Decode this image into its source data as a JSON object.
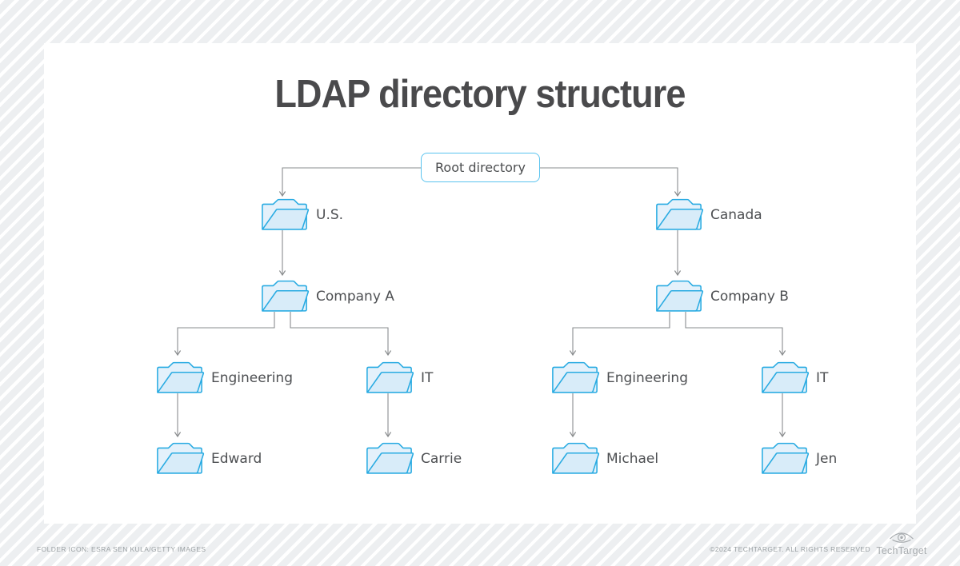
{
  "title": "LDAP directory structure",
  "root_label": "Root directory",
  "nodes": {
    "us": "U.S.",
    "canada": "Canada",
    "company_a": "Company A",
    "company_b": "Company B",
    "eng_left": "Engineering",
    "it_left": "IT",
    "eng_right": "Engineering",
    "it_right": "IT",
    "edward": "Edward",
    "carrie": "Carrie",
    "michael": "Michael",
    "jen": "Jen"
  },
  "tree": {
    "root": "Root directory",
    "children": [
      {
        "label": "U.S.",
        "children": [
          {
            "label": "Company A",
            "children": [
              {
                "label": "Engineering",
                "children": [
                  {
                    "label": "Edward"
                  }
                ]
              },
              {
                "label": "IT",
                "children": [
                  {
                    "label": "Carrie"
                  }
                ]
              }
            ]
          }
        ]
      },
      {
        "label": "Canada",
        "children": [
          {
            "label": "Company B",
            "children": [
              {
                "label": "Engineering",
                "children": [
                  {
                    "label": "Michael"
                  }
                ]
              },
              {
                "label": "IT",
                "children": [
                  {
                    "label": "Jen"
                  }
                ]
              }
            ]
          }
        ]
      }
    ]
  },
  "footer": {
    "credit": "FOLDER ICON: ESRA SEN KULA/GETTY IMAGES",
    "copyright": "©2024 TECHTARGET. ALL RIGHTS RESERVED",
    "brand": "TechTarget"
  },
  "colors": {
    "folder_stroke": "#29abe2",
    "folder_back_fill": "#e4f1fb",
    "folder_front_fill": "#d8ecf9",
    "root_box_border": "#5ac3ef",
    "connector": "#8a8d8f",
    "title_text": "#4a4a4c",
    "label_text": "#4d4f52",
    "background_stripe": "#edeff1"
  }
}
